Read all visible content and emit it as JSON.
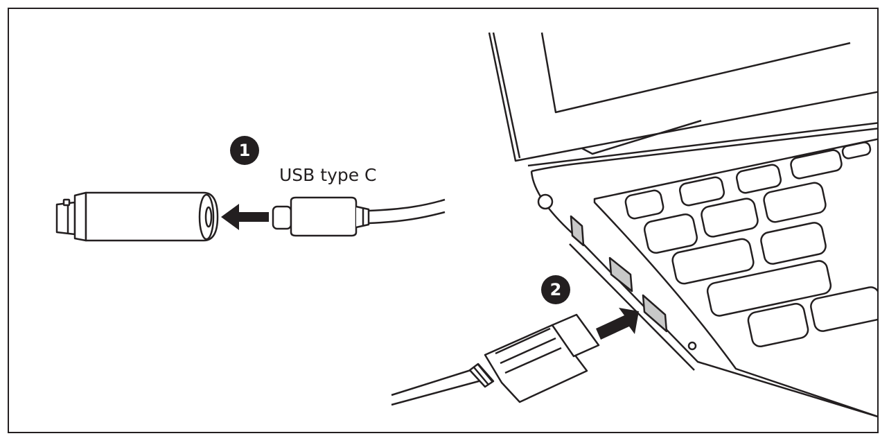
{
  "steps": [
    {
      "number": "1",
      "label": "USB type C"
    },
    {
      "number": "2",
      "label": ""
    }
  ],
  "colors": {
    "line": "#231f20",
    "port_fill": "#c8c8c8",
    "background": "#ffffff"
  },
  "icons": [
    "xlr-adapter-icon",
    "usb-c-cable-icon",
    "usb-a-cable-icon",
    "laptop-icon",
    "arrow-left-icon",
    "arrow-right-icon"
  ]
}
